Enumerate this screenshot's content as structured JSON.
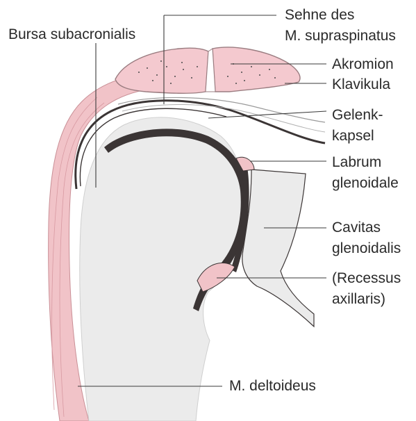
{
  "labels": {
    "bursa": "Bursa subacronialis",
    "sehne_line1": "Sehne des",
    "sehne_line2": "M. supraspinatus",
    "akromion": "Akromion",
    "klavikula": "Klavikula",
    "gelenk_line1": "Gelenk-",
    "gelenk_line2": "kapsel",
    "labrum_line1": "Labrum",
    "labrum_line2": "glenoidale",
    "cavitas_line1": "Cavitas",
    "cavitas_line2": "glenoidalis",
    "recessus_line1": "(Recessus",
    "recessus_line2": "axillaris)",
    "deltoideus": "M. deltoideus"
  },
  "colors": {
    "muscle_pink": "#f1c3c8",
    "bone_pink": "#f4c9cf",
    "bone_grey": "#ebebeb",
    "cartilage_dark": "#3b3535",
    "label_text": "#2a2a2a"
  }
}
